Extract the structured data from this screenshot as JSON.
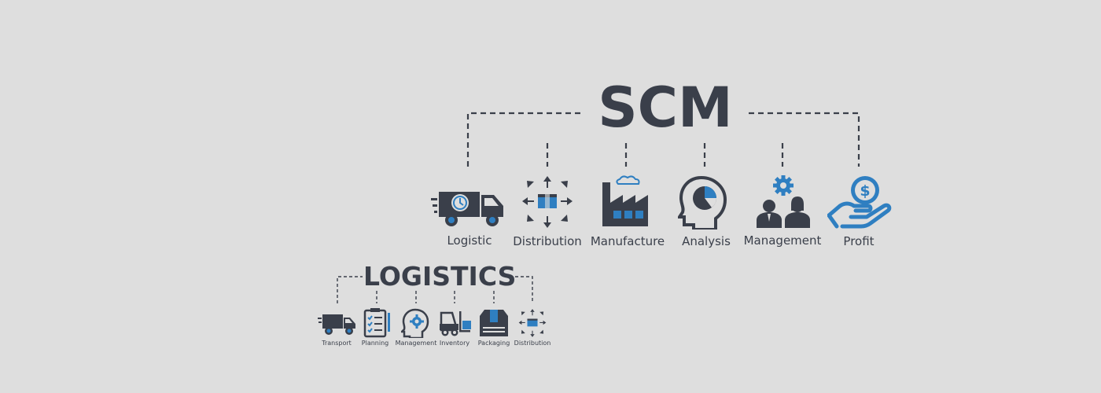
{
  "colors": {
    "dark": "#3a3f4a",
    "accent": "#2f7fc1",
    "background": "#dedede"
  },
  "scm": {
    "title": "SCM",
    "items": [
      {
        "label": "Logistic",
        "icon": "delivery-truck-clock-icon"
      },
      {
        "label": "Distribution",
        "icon": "distribution-box-arrows-icon"
      },
      {
        "label": "Manufacture",
        "icon": "factory-icon"
      },
      {
        "label": "Analysis",
        "icon": "head-pie-chart-icon"
      },
      {
        "label": "Management",
        "icon": "team-gear-icon"
      },
      {
        "label": "Profit",
        "icon": "hand-dollar-coin-icon"
      }
    ]
  },
  "logistics": {
    "title": "LOGISTICS",
    "items": [
      {
        "label": "Transport",
        "icon": "truck-icon"
      },
      {
        "label": "Planning",
        "icon": "checklist-clipboard-icon"
      },
      {
        "label": "Management",
        "icon": "head-gear-icon"
      },
      {
        "label": "Inventory",
        "icon": "forklift-icon"
      },
      {
        "label": "Packaging",
        "icon": "package-box-icon"
      },
      {
        "label": "Distribution",
        "icon": "distribution-box-arrows-icon"
      }
    ]
  }
}
